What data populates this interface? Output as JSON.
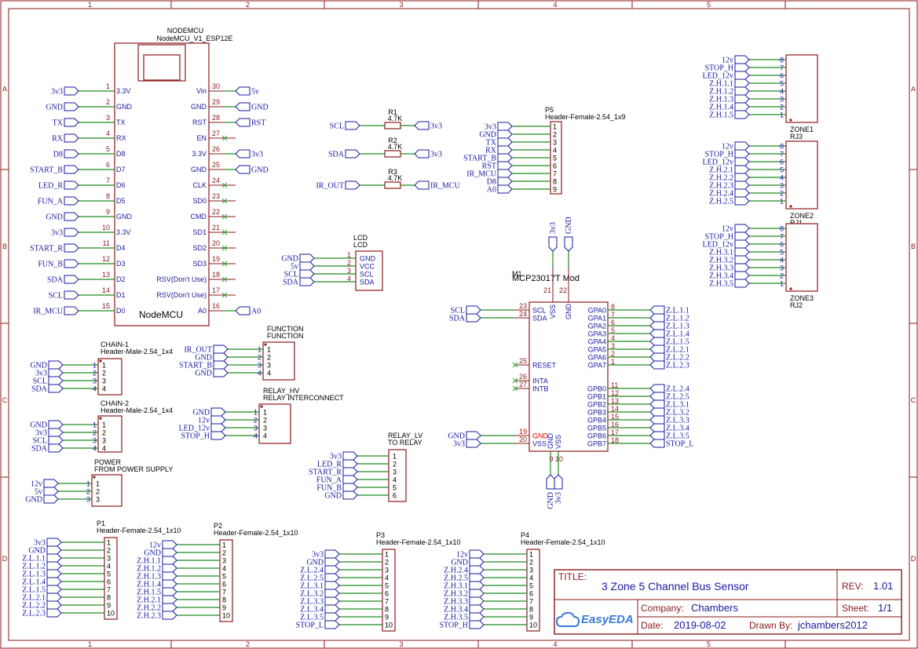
{
  "ruler": {
    "cols": [
      "1",
      "2",
      "3",
      "4",
      "5"
    ],
    "rows": [
      "A",
      "B",
      "C",
      "D"
    ]
  },
  "nodemcu": {
    "ref": "NODEMCU",
    "value": "NodeMCU_V1_ESP12E",
    "name": "NodeMCU",
    "left": [
      {
        "n": "1",
        "l": "3.3V",
        "net": "3v3"
      },
      {
        "n": "2",
        "l": "GND",
        "net": "GND"
      },
      {
        "n": "3",
        "l": "TX",
        "net": "TX"
      },
      {
        "n": "4",
        "l": "RX",
        "net": "RX"
      },
      {
        "n": "5",
        "l": "D8",
        "net": "D8"
      },
      {
        "n": "6",
        "l": "D7",
        "net": "START_B"
      },
      {
        "n": "7",
        "l": "D6",
        "net": "LED_R"
      },
      {
        "n": "8",
        "l": "D5",
        "net": "FUN_A"
      },
      {
        "n": "9",
        "l": "GND",
        "net": "GND"
      },
      {
        "n": "10",
        "l": "3.3V",
        "net": "3v3"
      },
      {
        "n": "11",
        "l": "D4",
        "net": "START_R"
      },
      {
        "n": "12",
        "l": "D3",
        "net": "FUN_B"
      },
      {
        "n": "13",
        "l": "D2",
        "net": "SDA"
      },
      {
        "n": "14",
        "l": "D1",
        "net": "SCL"
      },
      {
        "n": "15",
        "l": "D0",
        "net": "IR_MCU"
      }
    ],
    "right": [
      {
        "n": "30",
        "l": "Vin",
        "net": "5v"
      },
      {
        "n": "29",
        "l": "GND",
        "net": "GND"
      },
      {
        "n": "28",
        "l": "RST",
        "net": "RST"
      },
      {
        "n": "27",
        "l": "EN",
        "net": ""
      },
      {
        "n": "26",
        "l": "3.3V",
        "net": "3v3"
      },
      {
        "n": "25",
        "l": "GND",
        "net": "GND"
      },
      {
        "n": "24",
        "l": "CLK",
        "net": ""
      },
      {
        "n": "23",
        "l": "SD0",
        "net": ""
      },
      {
        "n": "22",
        "l": "CMD",
        "net": ""
      },
      {
        "n": "21",
        "l": "SD1",
        "net": ""
      },
      {
        "n": "20",
        "l": "SD2",
        "net": ""
      },
      {
        "n": "19",
        "l": "SD3",
        "net": ""
      },
      {
        "n": "18",
        "l": "RSV(Don't Use)",
        "net": ""
      },
      {
        "n": "17",
        "l": "RSV(Don't Use)",
        "net": ""
      },
      {
        "n": "16",
        "l": "A0",
        "net": "A0"
      }
    ]
  },
  "resistors": [
    {
      "ref": "R1",
      "val": "4.7K",
      "a": "SCL",
      "b": "3v3"
    },
    {
      "ref": "R2",
      "val": "4.7K",
      "a": "SDA",
      "b": "3v3"
    },
    {
      "ref": "R3",
      "val": "4.7K",
      "a": "IR_OUT",
      "b": "IR_MCU"
    }
  ],
  "p5": {
    "ref": "P5",
    "val": "Header-Female-2.54_1x9",
    "nets": [
      "3v3",
      "GND",
      "TX",
      "RX",
      "START_B",
      "RST",
      "IR_MCU",
      "D8",
      "A0"
    ]
  },
  "zones": [
    {
      "ref": "ZONE1",
      "val": "RJ3",
      "nets": [
        "12v",
        "STOP_H",
        "LED_12v",
        "Z.H.1.1",
        "Z.H.1.2",
        "Z.H.1.3",
        "Z.H.1.4",
        "Z.H.1.5"
      ]
    },
    {
      "ref": "ZONE2",
      "val": "RJ1",
      "nets": [
        "12v",
        "STOP_H",
        "LED_12v",
        "Z.H.2.1",
        "Z.H.2.2",
        "Z.H.2.3",
        "Z.H.2.4",
        "Z.H.2.5"
      ]
    },
    {
      "ref": "ZONE3",
      "val": "RJ2",
      "nets": [
        "12v",
        "STOP_H",
        "LED_12v",
        "Z.H.3.1",
        "Z.H.3.2",
        "Z.H.3.3",
        "Z.H.3.4",
        "Z.H.3.5"
      ]
    }
  ],
  "lcd": {
    "ref": "LCD",
    "val": "LCD",
    "pins": [
      "GND",
      "VCC",
      "SCL",
      "SDA"
    ],
    "nets": [
      "GND",
      "5v",
      "SCL",
      "SDA"
    ]
  },
  "mcp": {
    "ref": "M1",
    "val": "MCP23017T Mod",
    "gpa": [
      {
        "l": "GPA0",
        "n": "8",
        "net": "Z.L.1.1"
      },
      {
        "l": "GPA1",
        "n": "7",
        "net": "Z.L.1.2"
      },
      {
        "l": "GPA2",
        "n": "6",
        "net": "Z.L.1.3"
      },
      {
        "l": "GPA3",
        "n": "5",
        "net": "Z.L.1.4"
      },
      {
        "l": "GPA4",
        "n": "4",
        "net": "Z.L.1.5"
      },
      {
        "l": "GPA5",
        "n": "3",
        "net": "Z.L.2.1"
      },
      {
        "l": "GPA6",
        "n": "2",
        "net": "Z.L.2.2"
      },
      {
        "l": "GPA7",
        "n": "1",
        "net": "Z.L.2.3"
      }
    ],
    "gpb": [
      {
        "l": "GPB0",
        "n": "11",
        "net": "Z.L.2.4"
      },
      {
        "l": "GPB1",
        "n": "12",
        "net": "Z.L.2.5"
      },
      {
        "l": "GPB2",
        "n": "13",
        "net": "Z.L.3.1"
      },
      {
        "l": "GPB3",
        "n": "14",
        "net": "Z.L.3.2"
      },
      {
        "l": "GPB4",
        "n": "15",
        "net": "Z.L.3.3"
      },
      {
        "l": "GPB5",
        "n": "16",
        "net": "Z.L.3.4"
      },
      {
        "l": "GPB6",
        "n": "17",
        "net": "Z.L.3.5"
      },
      {
        "l": "GPB7",
        "n": "18",
        "net": "STOP_L"
      }
    ],
    "left": [
      {
        "l": "SCL",
        "n": "23",
        "net": "SCL"
      },
      {
        "l": "SDA",
        "n": "24",
        "net": "SDA"
      },
      {
        "l": "RESET",
        "n": "25",
        "net": ""
      },
      {
        "l": "INTA",
        "n": "26",
        "net": ""
      },
      {
        "l": "INTB",
        "n": "27",
        "net": ""
      },
      {
        "l": "GND",
        "n": "19",
        "net": "GND"
      },
      {
        "l": "VSS",
        "n": "20",
        "net": "3v3"
      }
    ],
    "top": [
      {
        "l": "VSS",
        "n": "21",
        "net": "3v3"
      },
      {
        "l": "GND",
        "n": "22",
        "net": "GND"
      }
    ],
    "bottom": [
      {
        "l": "GND",
        "n": "9",
        "net": "GND"
      },
      {
        "l": "VSS",
        "n": "10",
        "net": "3v3"
      }
    ]
  },
  "chain1": {
    "ref": "CHAIN-1",
    "val": "Header-Male-2.54_1x4",
    "nets": [
      "GND",
      "3v3",
      "SCL",
      "SDA"
    ]
  },
  "chain2": {
    "ref": "CHAIN-2",
    "val": "Header-Male-2.54_1x4",
    "nets": [
      "GND",
      "3v3",
      "SCL",
      "SDA"
    ]
  },
  "power": {
    "ref": "POWER",
    "val": "FROM POWER SUPPLY",
    "nets": [
      "12v",
      "5v",
      "GND"
    ]
  },
  "function": {
    "ref": "FUNCTION",
    "val": "FUNCTION",
    "nets": [
      "IR_OUT",
      "GND",
      "START_B",
      "GND"
    ]
  },
  "relayhv": {
    "ref": "RELAY_HV",
    "val": "RELAY INTERCONNECT",
    "nets": [
      "GND",
      "12v",
      "LED_12v",
      "STOP_H"
    ]
  },
  "relaylv": {
    "ref": "RELAY_LV",
    "val": "TO RELAY",
    "nets": [
      "3v3",
      "LED_R",
      "START_R",
      "FUN_A",
      "FUN_B",
      "GND"
    ]
  },
  "p1": {
    "ref": "P1",
    "val": "Header-Female-2.54_1x10",
    "nets": [
      "3v3",
      "GND",
      "Z.L.1.1",
      "Z.L.1.2",
      "Z.L.1.3",
      "Z.L.1.4",
      "Z.L.1.5",
      "Z.L.2.1",
      "Z.L.2.2",
      "Z.L.2.3"
    ]
  },
  "p2": {
    "ref": "P2",
    "val": "Header-Female-2.54_1x10",
    "nets": [
      "12v",
      "GND",
      "Z.H.1.1",
      "Z.H.1.2",
      "Z.H.1.3",
      "Z.H.1.4",
      "Z.H.1.5",
      "Z.H.2.1",
      "Z.H.2.2",
      "Z.H.2.3"
    ]
  },
  "p3": {
    "ref": "P3",
    "val": "Header-Female-2.54_1x10",
    "nets": [
      "3v3",
      "GND",
      "Z.L.2.4",
      "Z.L.2.5",
      "Z.L.3.1",
      "Z.L.3.2",
      "Z.L.3.3",
      "Z.L.3.4",
      "Z.L.3.5",
      "STOP_L"
    ]
  },
  "p4": {
    "ref": "P4",
    "val": "Header-Female-2.54_1x10",
    "nets": [
      "12v",
      "GND",
      "Z.H.2.4",
      "Z.H.2.5",
      "Z.H.3.1",
      "Z.H.3.2",
      "Z.H.3.3",
      "Z.H.3.4",
      "Z.H.3.5",
      "STOP_H"
    ]
  },
  "titleblock": {
    "title_label": "TITLE:",
    "title": "3 Zone 5 Channel Bus Sensor",
    "rev_label": "REV:",
    "rev": "1.01",
    "company_label": "Company:",
    "company": "Chambers",
    "sheet_label": "Sheet:",
    "sheet": "1/1",
    "date_label": "Date:",
    "date": "2019-08-02",
    "drawn_label": "Drawn By:",
    "drawn": "jchambers2012",
    "logo": "EasyEDA"
  }
}
